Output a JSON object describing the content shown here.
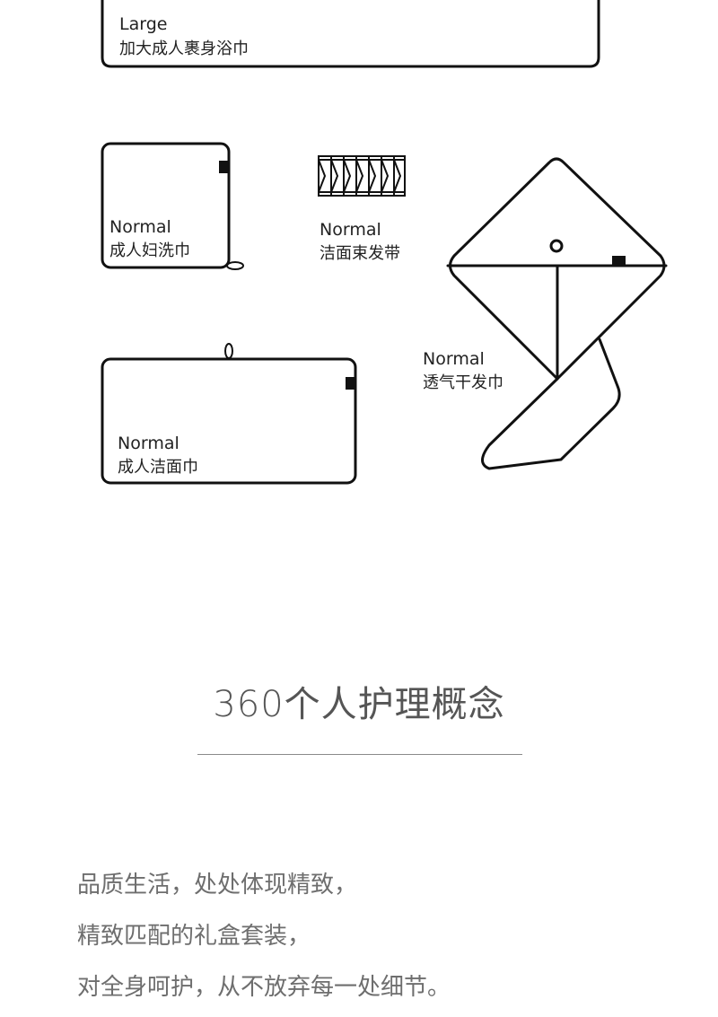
{
  "towels": {
    "large": {
      "size": "Large",
      "name": "加大成人裹身浴巾"
    },
    "hand": {
      "size": "Normal",
      "name": "成人妇洗巾"
    },
    "headband": {
      "size": "Normal",
      "name": "洁面束发带"
    },
    "hair": {
      "size": "Normal",
      "name": "透气干发巾"
    },
    "face": {
      "size": "Normal",
      "name": "成人洁面巾"
    }
  },
  "concept": {
    "title": "360个人护理概念"
  },
  "description": {
    "lines": [
      "品质生活，处处体现精致，",
      "精致匹配的礼盒套装，",
      "对全身呵护，从不放弃每一处细节。"
    ]
  },
  "colors": {
    "line": "#111111",
    "title": "#555555",
    "body_text": "#6e6e6e",
    "divider": "#8a8a8a",
    "background": "#ffffff"
  }
}
